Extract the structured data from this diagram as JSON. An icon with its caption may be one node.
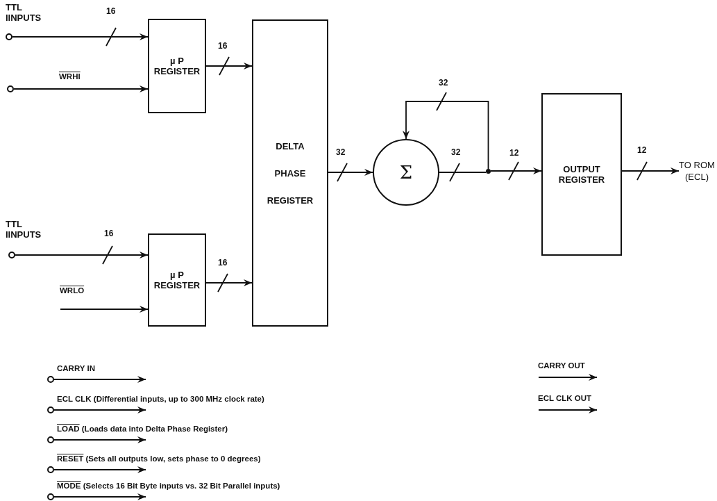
{
  "diagram": {
    "nodes": [
      {
        "text": [],
        "shape": "circle",
        "beside": [
          "TTL IINPUTS"
        ]
      },
      {
        "text": [],
        "shape": "circle"
      },
      {
        "text": [
          "µ P REGISTER"
        ]
      },
      {
        "text": [
          "DELTA PHASE REGISTER"
        ]
      },
      {
        "text": [
          "Σ"
        ]
      },
      {
        "text": [],
        "shape": "dot"
      },
      {
        "text": [
          "OUTPUT REGISTER"
        ]
      },
      {
        "text": [
          "TO ROM (ECL)"
        ]
      },
      {
        "text": [],
        "shape": "circle",
        "beside": [
          "TTL IINPUTS"
        ]
      },
      {
        "text": [
          "µ P REGISTER"
        ]
      },
      {
        "text": [],
        "shape": "circle"
      },
      {
        "text": [],
        "shape": "circle"
      },
      {
        "text": [],
        "shape": "circle"
      },
      {
        "text": [],
        "shape": "circle"
      },
      {
        "text": [],
        "shape": "circle"
      }
    ],
    "edges": [
      {
        "from": 0,
        "to": 2,
        "arrow": "to",
        "label": "16"
      },
      {
        "from": 1,
        "to": 2,
        "arrow": "to",
        "label": "WRHI"
      },
      {
        "from": 2,
        "to": 3,
        "arrow": "to",
        "label": "16"
      },
      {
        "from": 8,
        "to": 9,
        "arrow": "to",
        "label": "16"
      },
      {
        "from": null,
        "to": 9,
        "arrow": "to",
        "label": "WRLO"
      },
      {
        "from": 9,
        "to": 3,
        "arrow": "to",
        "label": "16"
      },
      {
        "from": 3,
        "to": 4,
        "arrow": "to",
        "label": "32"
      },
      {
        "from": 4,
        "to": 5,
        "arrow": "none",
        "label": "32"
      },
      {
        "from": 5,
        "to": 4,
        "arrow": "to",
        "label": "32"
      },
      {
        "from": 5,
        "to": 6,
        "arrow": "to",
        "label": "12"
      },
      {
        "from": 6,
        "to": 7,
        "arrow": "to",
        "label": "12"
      },
      {
        "from": 10,
        "to": null,
        "arrow": "to",
        "label": "CARRY IN"
      },
      {
        "from": 11,
        "to": null,
        "arrow": "to",
        "label": "ECL CLK (Differential inputs, up to 300 MHz clock rate)"
      },
      {
        "from": 12,
        "to": null,
        "arrow": "to",
        "label": "LOAD (Loads data into Delta Phase Register)"
      },
      {
        "from": 13,
        "to": null,
        "arrow": "to",
        "label": "RESET (Sets all outputs low, sets phase to 0 degrees)"
      },
      {
        "from": 14,
        "to": null,
        "arrow": "to",
        "label": "MODE (Selects 16 Bit Byte inputs vs. 32 Bit Parallel inputs)"
      }
    ],
    "labels": [
      "CARRY OUT",
      "ECL CLK OUT"
    ]
  }
}
